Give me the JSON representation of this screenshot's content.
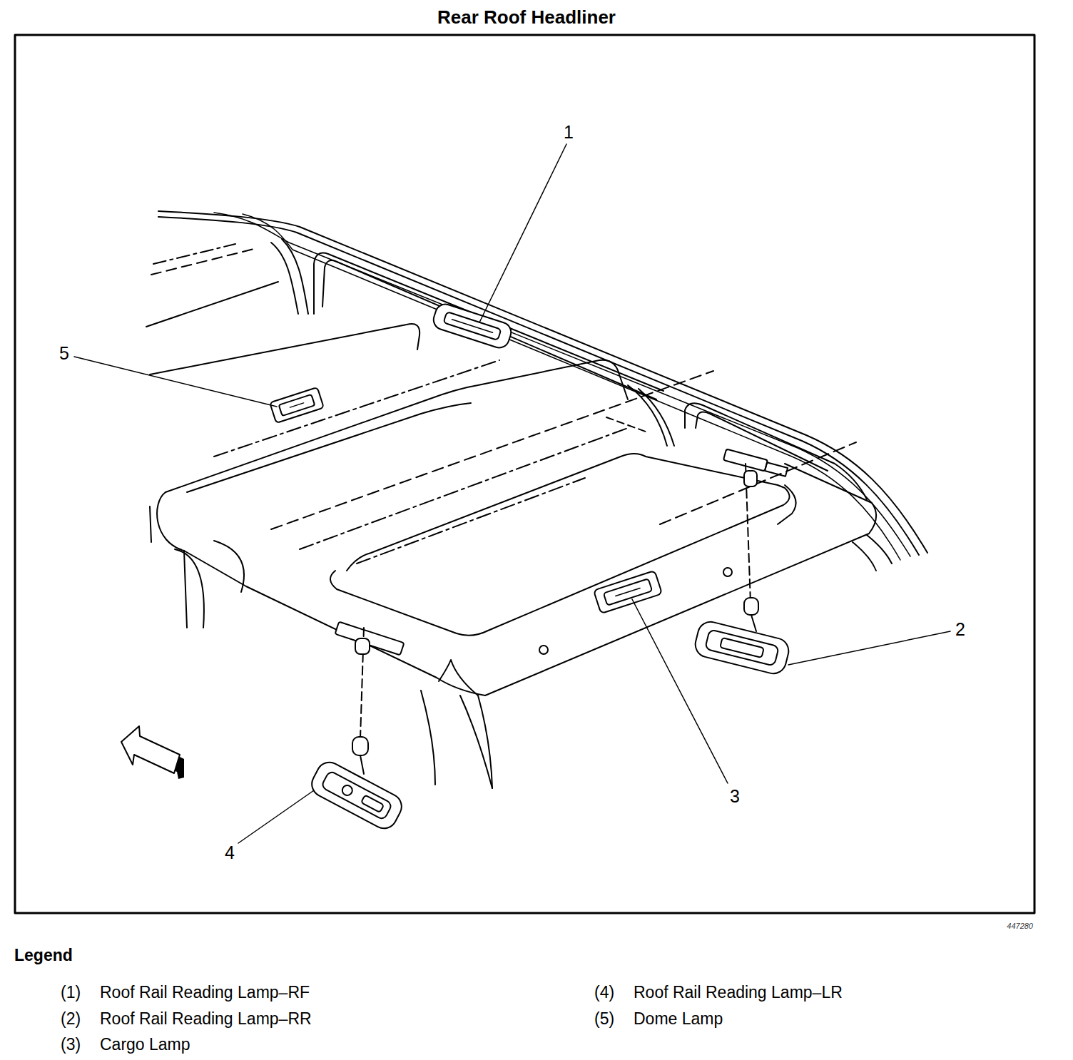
{
  "diagram": {
    "title": "Rear Roof Headliner",
    "labels": [
      "1",
      "5",
      "2",
      "3",
      "4",
      "447280",
      "Legend",
      "(1)",
      "Roof Rail Reading Lamp–RF",
      "(2)",
      "Roof Rail Reading Lamp–RR",
      "(3)",
      "Cargo Lamp",
      "(4)",
      "Roof Rail Reading Lamp–LR",
      "(5)",
      "Dome Lamp"
    ]
  }
}
